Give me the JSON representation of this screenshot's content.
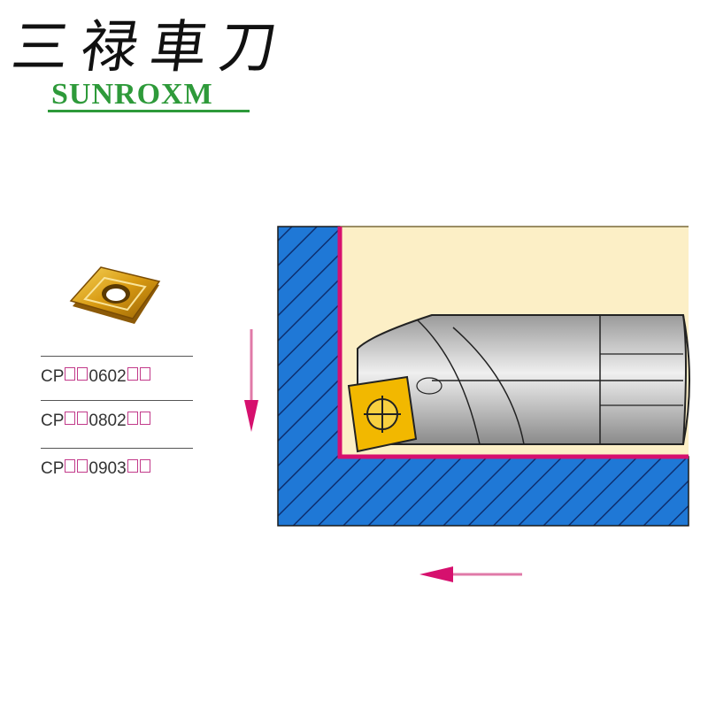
{
  "logo": {
    "cjk_text": "三禄車刀",
    "latin_text": "SUNROXM",
    "colors": {
      "cjk": "#111111",
      "latin": "#2e9a3a"
    }
  },
  "insert_specs": [
    {
      "prefix": "CP",
      "code": "0602"
    },
    {
      "prefix": "CP",
      "code": "0802"
    },
    {
      "prefix": "CP",
      "code": "0903"
    }
  ],
  "diagram": {
    "icons": [
      "insert-icon",
      "down-arrow-icon",
      "left-arrow-icon",
      "screw-icon"
    ],
    "colors": {
      "workpiece": "#1f78d6",
      "hatch": "#0d2f70",
      "bore": "#fcefc6",
      "tool_path": "#d6106e",
      "insert": "#f2b800",
      "tool_body": "#b9b9b9"
    }
  }
}
